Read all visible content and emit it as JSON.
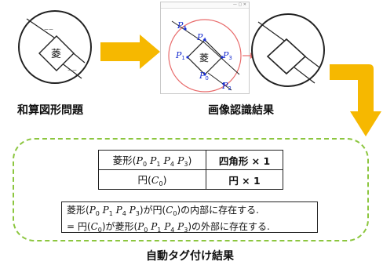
{
  "captions": {
    "problem": "和算図形問題",
    "recognition": "画像認識結果",
    "auto_tag": "自動タグ付け結果"
  },
  "glyphs": {
    "rhombus_char": "菱"
  },
  "point_labels": {
    "p5": "P",
    "p4": "P",
    "p1": "P",
    "p3": "P",
    "p0": "P",
    "p2": "P"
  },
  "point_subs": {
    "p5": "5",
    "p4": "4",
    "p1": "1",
    "p3": "3",
    "p0": "0",
    "p2": "2"
  },
  "table": {
    "row1_col1_prefix": "菱形(",
    "row1_col1_suffix": ")",
    "row1_col2": "四角形 × 1",
    "row2_col1_prefix": "円(",
    "row2_col1_suffix": ")",
    "row2_col2": "円 × 1"
  },
  "note": {
    "line1_a": "菱形(",
    "line1_b": ")が円(",
    "line1_c": ")の内部に存在する.",
    "line2_a": "= 円(",
    "line2_b": ")が菱形(",
    "line2_c": ")の外部に存在する."
  },
  "colors": {
    "arrow": "#f6b800",
    "dashed_border": "#8cc63f",
    "point_label": "#1a2fd0",
    "detected_circle": "#e86a6a"
  },
  "icons": [
    "arrow-right-icon",
    "arrow-down-icon"
  ]
}
